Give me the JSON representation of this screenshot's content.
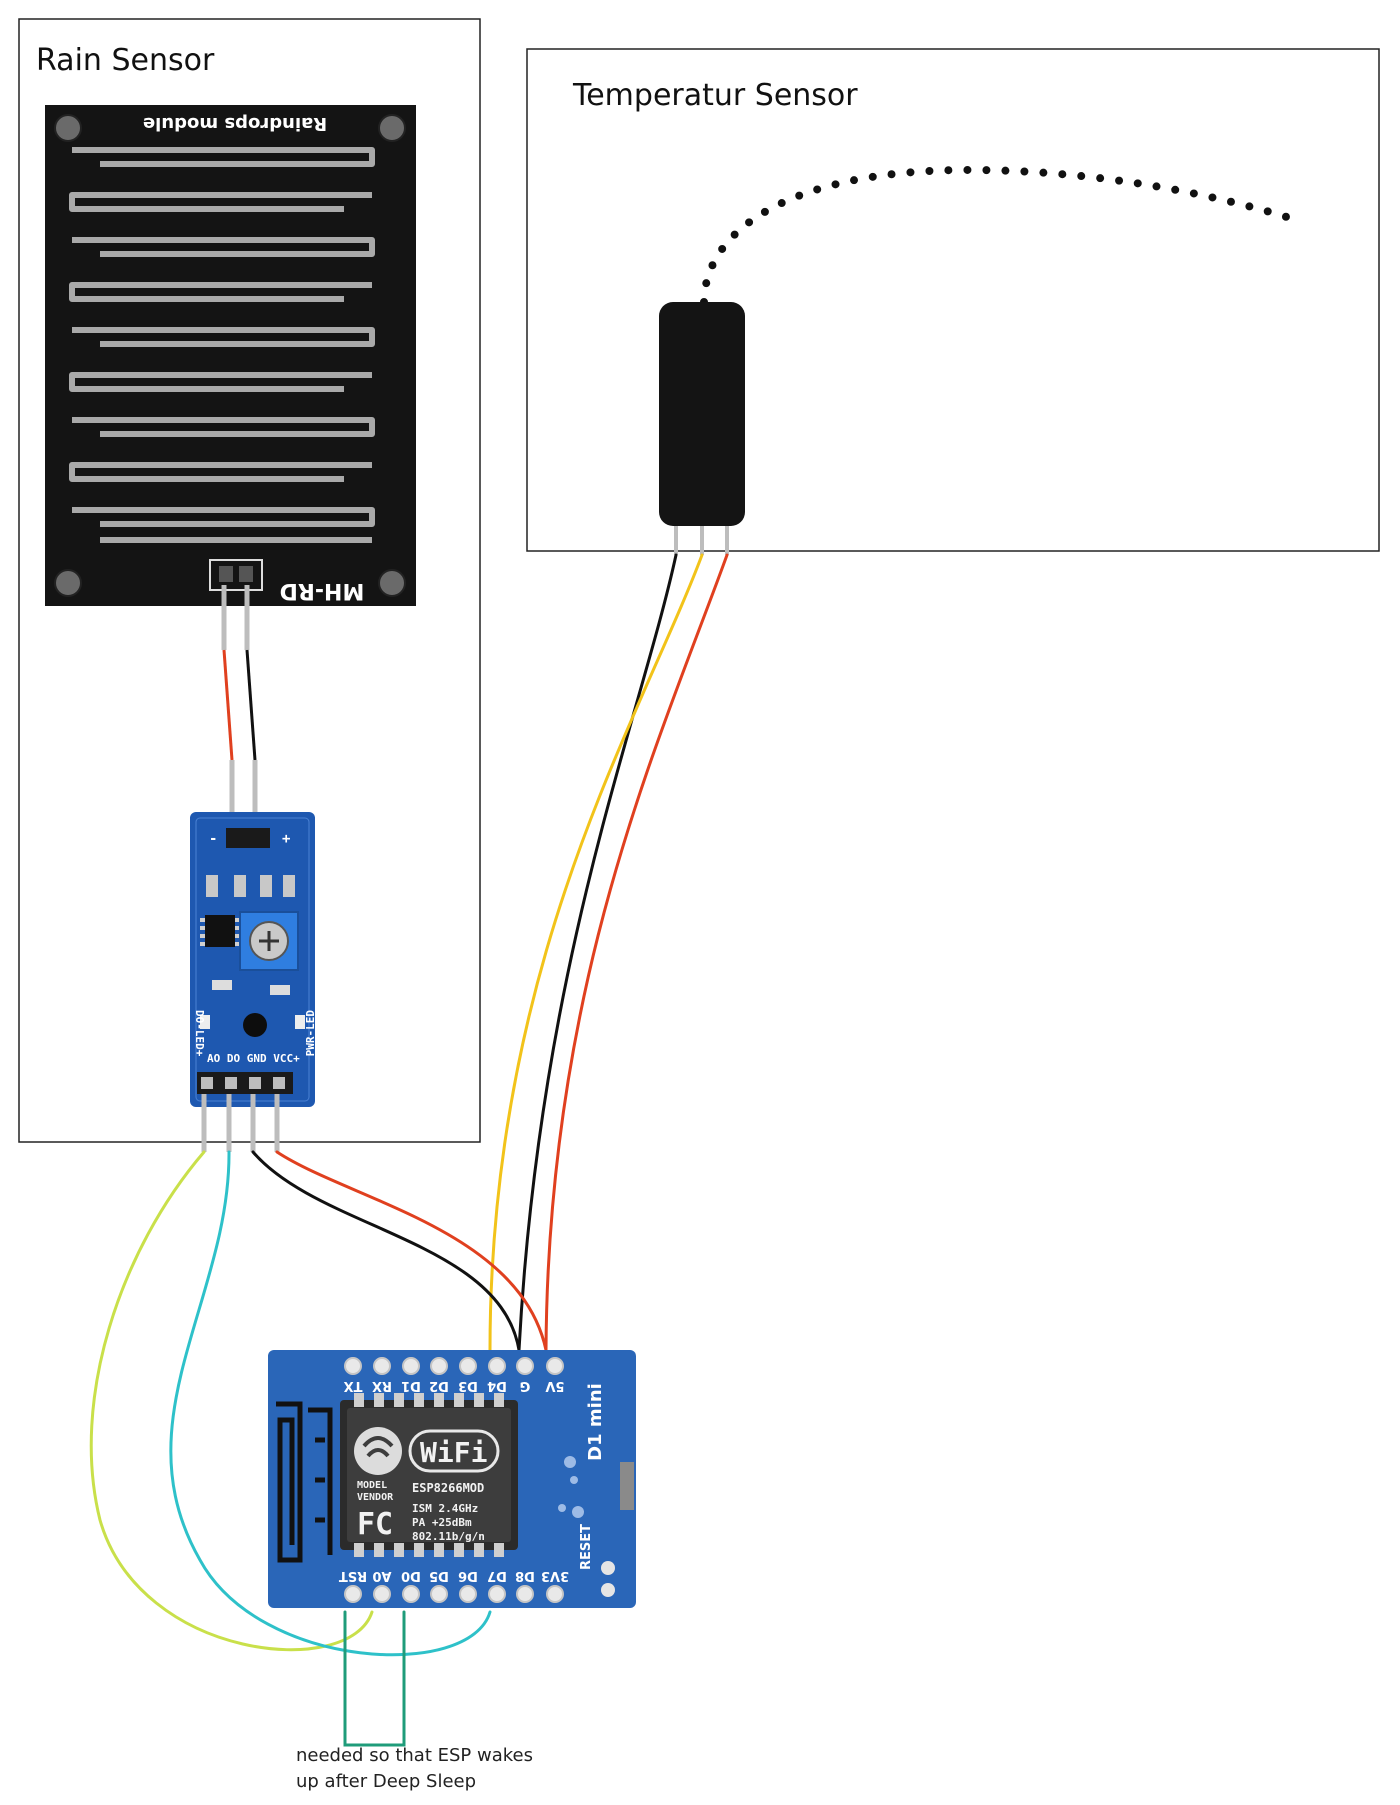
{
  "rain_sensor": {
    "title": "Rain Sensor",
    "plate_label_top": "Raindrops module",
    "plate_label_bottom": "MH-RD"
  },
  "temperature_sensor": {
    "title": "Temperatur Sensor"
  },
  "comparator_module": {
    "pin_minus": "-",
    "pin_plus": "+",
    "pin_labels": "AO  DO GND VCC+",
    "do_led": "DO-LED+",
    "pwr_led": "PWR-LED"
  },
  "d1_mini": {
    "board_name": "D1 mini",
    "top_pins": [
      "TX",
      "RX",
      "D1",
      "D2",
      "D3",
      "D4",
      "G",
      "5V"
    ],
    "bottom_pins": [
      "RST",
      "A0",
      "D0",
      "D5",
      "D6",
      "D7",
      "D8",
      "3V3"
    ],
    "reset_label": "RESET",
    "wifi_logo": "WiFi",
    "module_lines": [
      "ESP8266MOD",
      "ISM 2.4GHz",
      "PA  +25dBm",
      "802.11b/g/n"
    ],
    "model_label": "MODEL",
    "vendor_label": "VENDOR",
    "fc_mark": "FC"
  },
  "note": {
    "line1": "needed so that ESP wakes",
    "line2": "up after Deep Sleep"
  },
  "colors": {
    "wire_red": "#e0401f",
    "wire_black": "#111111",
    "wire_yellow": "#f2c31a",
    "wire_lime": "#c9e04a",
    "wire_cyan": "#2ec1c9",
    "wire_green": "#1f9c7a",
    "board_blue": "#2a66b8"
  }
}
